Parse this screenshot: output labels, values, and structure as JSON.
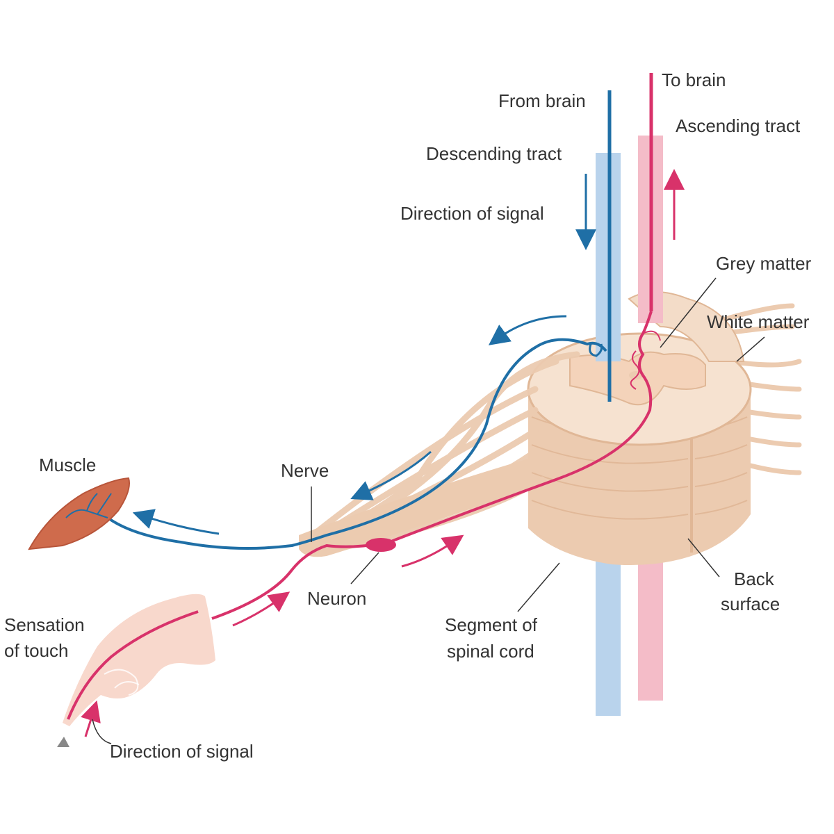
{
  "labels": {
    "to_brain": "To brain",
    "from_brain": "From brain",
    "ascending_tract": "Ascending tract",
    "descending_tract": "Descending tract",
    "direction_of_signal_top": "Direction of signal",
    "grey_matter": "Grey matter",
    "white_matter": "White matter",
    "muscle": "Muscle",
    "nerve": "Nerve",
    "neuron": "Neuron",
    "back_surface_line1": "Back",
    "back_surface_line2": "surface",
    "segment_line1": "Segment of",
    "segment_line2": "spinal cord",
    "sensation_line1": "Sensation",
    "sensation_line2": "of touch",
    "direction_of_signal_bottom": "Direction of signal"
  },
  "colors": {
    "motor_blue": "#1f6fa6",
    "sensory_pink": "#d8326a",
    "tract_blue_light": "#b9d3ec",
    "tract_pink_light": "#f4bcc8",
    "cord_tan": "#eccbb0",
    "cord_tan_dark": "#e0b796",
    "grey_matter": "#f7dcc7",
    "muscle_red": "#cf6b4c",
    "hand_skin": "#f8d8cc",
    "label_text": "#333333",
    "leader_line": "#333333"
  }
}
